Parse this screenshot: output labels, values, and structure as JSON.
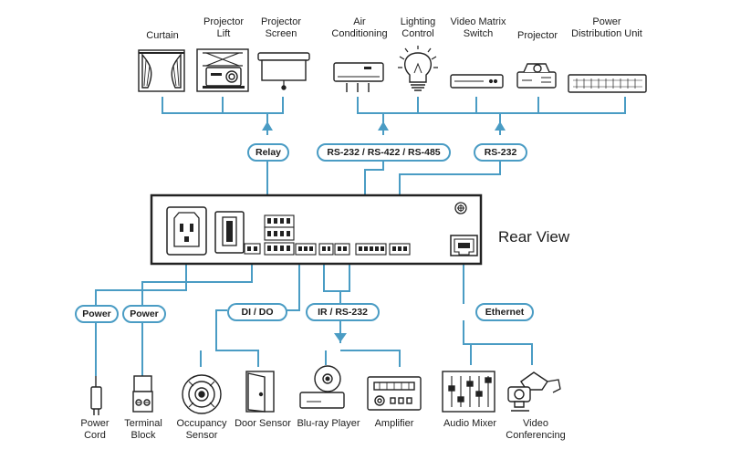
{
  "top_devices": [
    {
      "id": "curtain",
      "label": "Curtain",
      "icon": "curtain-icon"
    },
    {
      "id": "projector-lift",
      "label": "Projector\nLift",
      "icon": "projector-lift-icon"
    },
    {
      "id": "projector-screen",
      "label": "Projector\nScreen",
      "icon": "projector-screen-icon"
    },
    {
      "id": "air-conditioning",
      "label": "Air\nConditioning",
      "icon": "air-conditioner-icon"
    },
    {
      "id": "lighting-control",
      "label": "Lighting\nControl",
      "icon": "light-bulb-icon"
    },
    {
      "id": "video-matrix-switch",
      "label": "Video Matrix\nSwitch",
      "icon": "video-matrix-switch-icon"
    },
    {
      "id": "projector",
      "label": "Projector",
      "icon": "projector-icon"
    },
    {
      "id": "power-distribution-unit",
      "label": "Power\nDistribution Unit",
      "icon": "pdu-icon"
    }
  ],
  "bottom_devices": [
    {
      "id": "power-cord",
      "label": "Power\nCord",
      "icon": "power-cord-icon"
    },
    {
      "id": "terminal-block",
      "label": "Terminal\nBlock",
      "icon": "terminal-block-icon"
    },
    {
      "id": "occupancy-sensor",
      "label": "Occupancy\nSensor",
      "icon": "occupancy-sensor-icon"
    },
    {
      "id": "door-sensor",
      "label": "Door Sensor",
      "icon": "door-sensor-icon"
    },
    {
      "id": "blu-ray-player",
      "label": "Blu-ray Player",
      "icon": "blu-ray-player-icon"
    },
    {
      "id": "amplifier",
      "label": "Amplifier",
      "icon": "amplifier-icon"
    },
    {
      "id": "audio-mixer",
      "label": "Audio Mixer",
      "icon": "audio-mixer-icon"
    },
    {
      "id": "video-conferencing",
      "label": "Video\nConferencing",
      "icon": "video-conferencing-icon"
    }
  ],
  "connections": {
    "relay": "Relay",
    "serial": "RS-232 / RS-422 / RS-485",
    "rs232": "RS-232",
    "power_cord": "Power",
    "power_terminal": "Power",
    "dido": "DI / DO",
    "ir_rs232": "IR / RS-232",
    "ethernet": "Ethernet"
  },
  "device_title": "Rear View",
  "colors": {
    "line": "#4a9cc4",
    "ink": "#1d1d1d",
    "panel_border": "#222222"
  }
}
